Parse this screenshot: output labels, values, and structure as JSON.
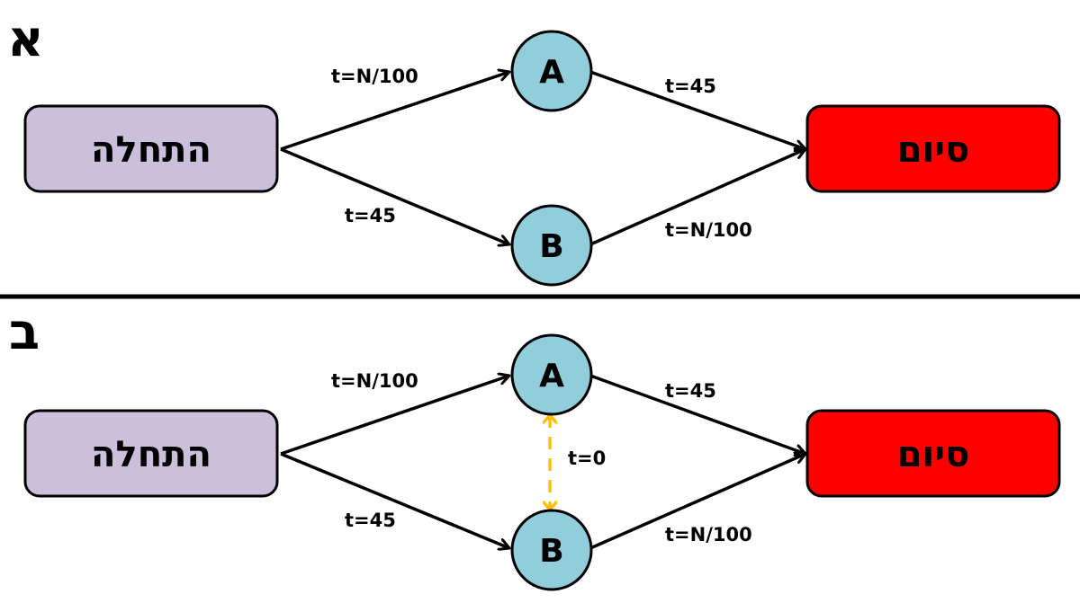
{
  "colors": {
    "start_box": "#CBC0DB",
    "end_box": "#FF0000",
    "node": "#92CDDC",
    "zero_edge": "#FFC000",
    "stroke": "#000000"
  },
  "panels": [
    {
      "letter": "א",
      "start_label": "התחלה",
      "end_label": "סיום",
      "node_a": "A",
      "node_b": "B",
      "edges": {
        "start_a": "t=N/100",
        "start_b": "t=45",
        "a_end": "t=45",
        "b_end": "t=N/100"
      }
    },
    {
      "letter": "ב",
      "start_label": "התחלה",
      "end_label": "סיום",
      "node_a": "A",
      "node_b": "B",
      "edges": {
        "start_a": "t=N/100",
        "start_b": "t=45",
        "a_end": "t=45",
        "b_end": "t=N/100",
        "a_b": "t=0"
      }
    }
  ]
}
